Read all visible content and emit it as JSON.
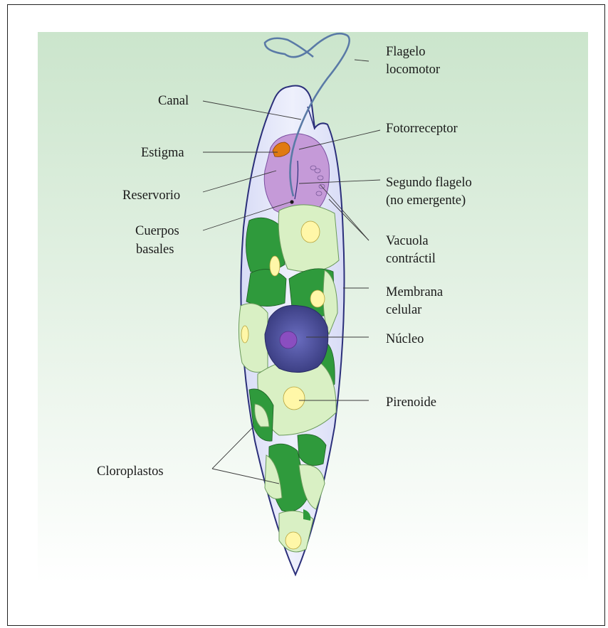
{
  "labels": {
    "flagelo_locomotor": [
      "Flagelo",
      "locomotor"
    ],
    "canal": "Canal",
    "fotorreceptor": "Fotorreceptor",
    "estigma": "Estigma",
    "segundo_flagelo": [
      "Segundo flagelo",
      "(no emergente)"
    ],
    "reservorio": "Reservorio",
    "cuerpos_basales": [
      "Cuerpos",
      "basales"
    ],
    "vacuola_contractil": [
      "Vacuola",
      "contráctil"
    ],
    "membrana_celular": [
      "Membrana",
      "celular"
    ],
    "nucleo": "Núcleo",
    "pirenoide": "Pirenoide",
    "cloroplastos": "Cloroplastos"
  },
  "colors": {
    "background_top": "#cfe6cf",
    "background_bottom": "#ffffff",
    "cell_body": "#dfe3f7",
    "cell_outline": "#2b2f7a",
    "reservoir": "#c59ad8",
    "chloroplast_dark": "#2f9a3c",
    "chloroplast_light": "#d9f0c4",
    "pyrenoid": "#fff7a8",
    "nucleus": "#4a4d8f",
    "nucleolus": "#8a4ec0",
    "stigma": "#e07a12"
  }
}
